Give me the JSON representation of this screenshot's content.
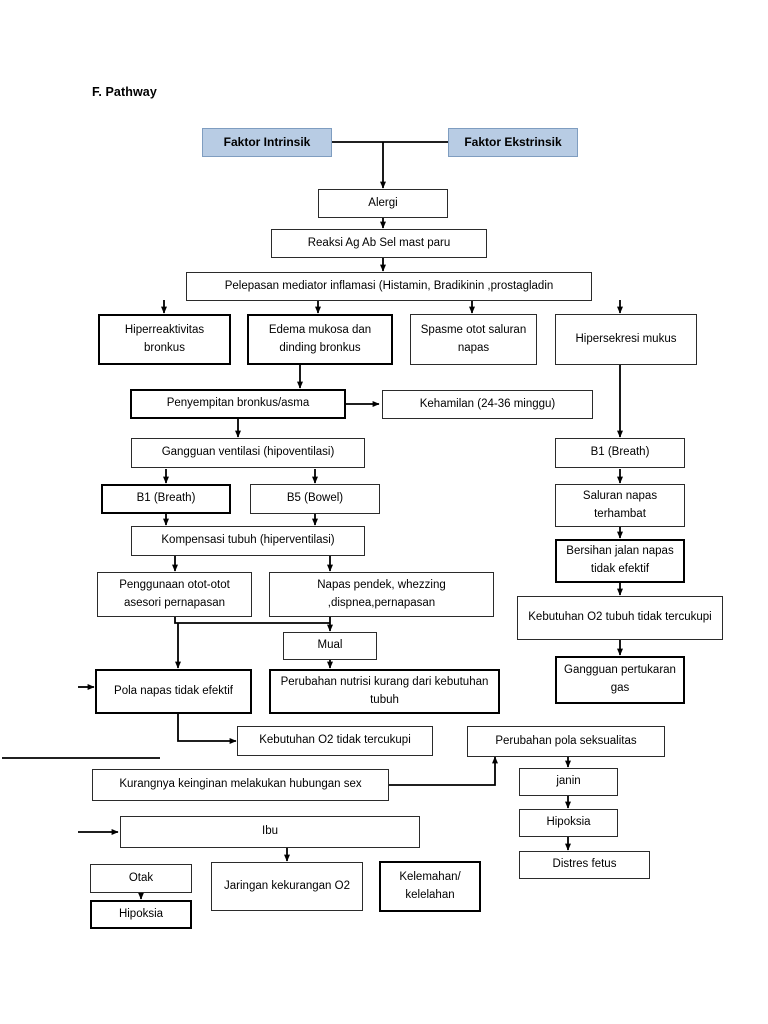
{
  "page": {
    "title": "F. Pathway"
  },
  "nodes": {
    "faktor_intrinsik": "Faktor Intrinsik",
    "faktor_ekstrinsik": "Faktor Ekstrinsik",
    "alergi": "Alergi",
    "reaksi": "Reaksi Ag Ab Sel mast paru",
    "pelepasan": "Pelepasan mediator inflamasi (Histamin, Bradikinin ,prostagladin",
    "hiperreaktivitas": "Hiperreaktivitas bronkus",
    "edema": "Edema mukosa dan dinding bronkus",
    "spasme": "Spasme otot saluran napas",
    "hipersekresi": "Hipersekresi mukus",
    "penyempitan": "Penyempitan bronkus/asma",
    "kehamilan": "Kehamilan (24-36 minggu)",
    "gangguan_ventilasi": "Gangguan ventilasi (hipoventilasi)",
    "b1_left": "B1 (Breath)",
    "b5": "B5 (Bowel)",
    "kompensasi": "Kompensasi tubuh (hiperventilasi)",
    "penggunaan_otot": "Penggunaan otot-otot asesori pernapasan",
    "napas_pendek": "Napas pendek, whezzing ,dispnea,pernapasan",
    "mual": "Mual",
    "pola_napas": "Pola napas tidak efektif",
    "perubahan_nutrisi": "Perubahan nutrisi kurang dari kebutuhan tubuh",
    "kebutuhan_o2": "Kebutuhan O2 tidak tercukupi",
    "kurangnya_keinginan": "Kurangnya keinginan melakukan hubungan sex",
    "ibu": "Ibu",
    "otak": "Otak",
    "hipoksia_otak": "Hipoksia",
    "jaringan": "Jaringan kekurangan O2",
    "kelemahan": "Kelemahan/ kelelahan",
    "b1_right": "B1 (Breath)",
    "saluran_napas": "Saluran napas terhambat",
    "bersihan": "Bersihan jalan napas tidak efektif",
    "kebutuhan_o2_tubuh": "Kebutuhan O2 tubuh tidak tercukupi",
    "gangguan_pertukaran": "Gangguan pertukaran gas",
    "perubahan_seksualitas": "Perubahan pola seksualitas",
    "janin": "janin",
    "hipoksia_janin": "Hipoksia",
    "distres": "Distres fetus"
  },
  "colors": {
    "accent_fill": "#b8cce4",
    "line": "#000000",
    "box_border": "#2b2b2b",
    "background": "#ffffff"
  }
}
